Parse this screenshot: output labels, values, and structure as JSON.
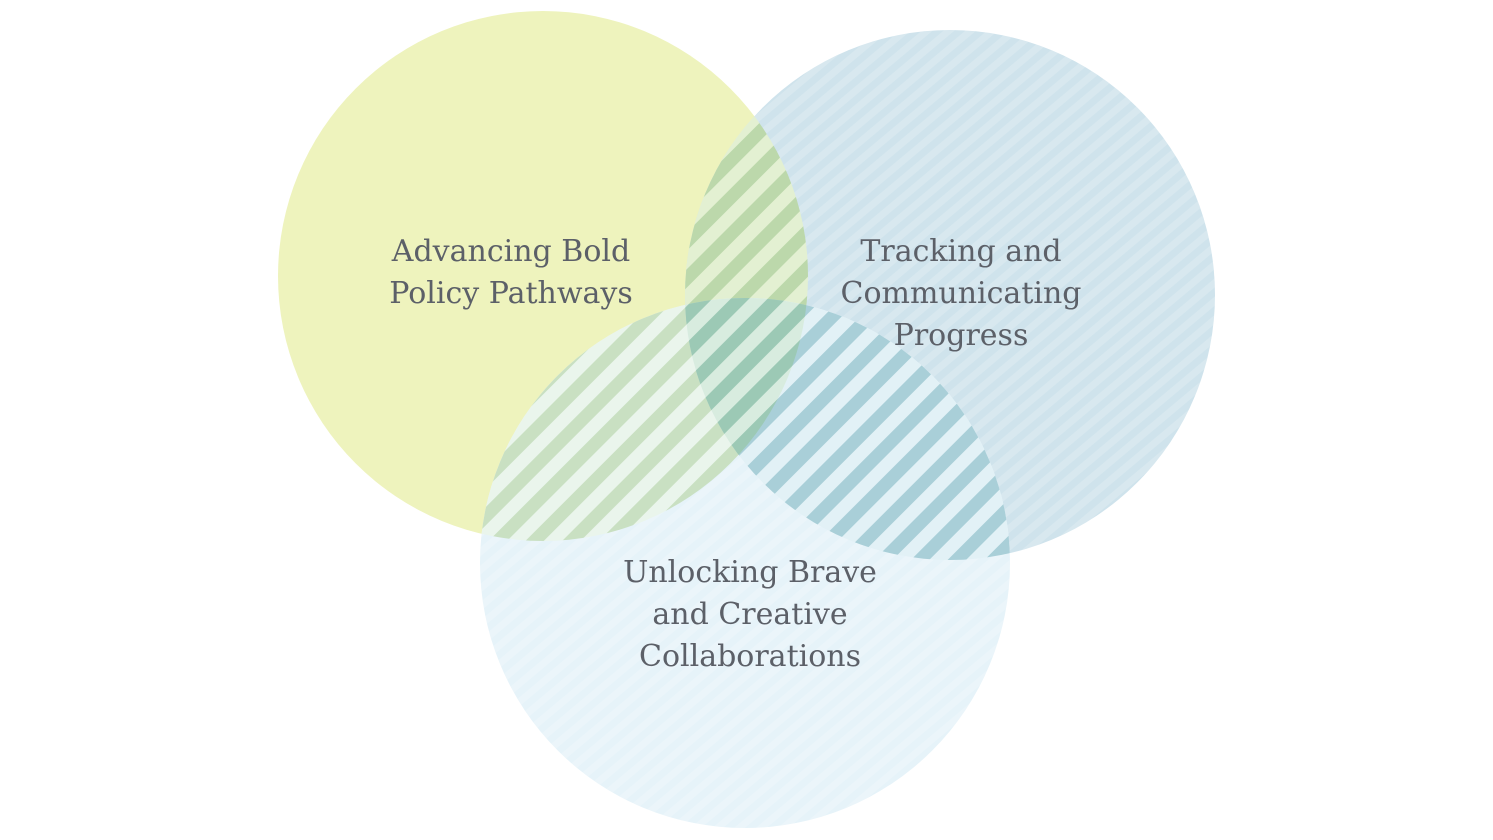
{
  "diagram": {
    "circles": [
      {
        "id": "policy",
        "lines": [
          "Advancing Bold",
          "Policy Pathways"
        ],
        "fill": "#eef3bd"
      },
      {
        "id": "progress",
        "lines": [
          "Tracking and",
          "Communicating",
          "Progress"
        ],
        "fill": "#cfe3ec"
      },
      {
        "id": "collaborations",
        "lines": [
          "Unlocking Brave",
          "and Creative",
          "Collaborations"
        ],
        "fill": "#e6f3f9"
      }
    ],
    "overlap_stripe_colors": {
      "policy_progress": "#bcd8ab",
      "policy_collaborations": "#c9e0c2",
      "progress_collaborations": "#a9cfd8",
      "center": "#9cc9b5"
    },
    "text_color": "#5c6068"
  }
}
